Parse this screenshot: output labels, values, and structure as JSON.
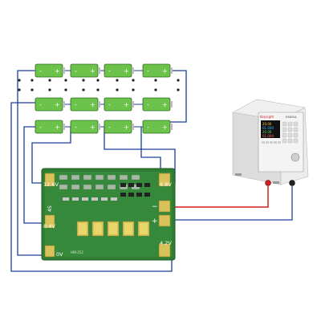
{
  "colors": {
    "battery_green": "#6cc24a",
    "battery_dark": "#2e6b1f",
    "pcb_green": "#2f7d32",
    "pad_gold": "#d7c35a",
    "wire_blue": "#1c3f9e",
    "wire_red": "#d11f1f",
    "psu_body": "#e6e6e6",
    "psu_panel": "#f2f2f2"
  },
  "battery": {
    "plus_symbol": "+",
    "minus_symbol": "-"
  },
  "pcb": {
    "labels": {
      "v12_6": "12.6V",
      "v8_4": "8.4V",
      "v0": "0V",
      "v6_8": "6.8V",
      "v4_2": "4.2V",
      "minus": "−",
      "plus": "+"
    },
    "side_marking": "4S",
    "small_text": "HW-252"
  },
  "psu": {
    "brand": "Keysight",
    "model": "E3631A",
    "screen_lines": [
      "20.00",
      "01.000",
      "20.00",
      "01.000"
    ]
  }
}
